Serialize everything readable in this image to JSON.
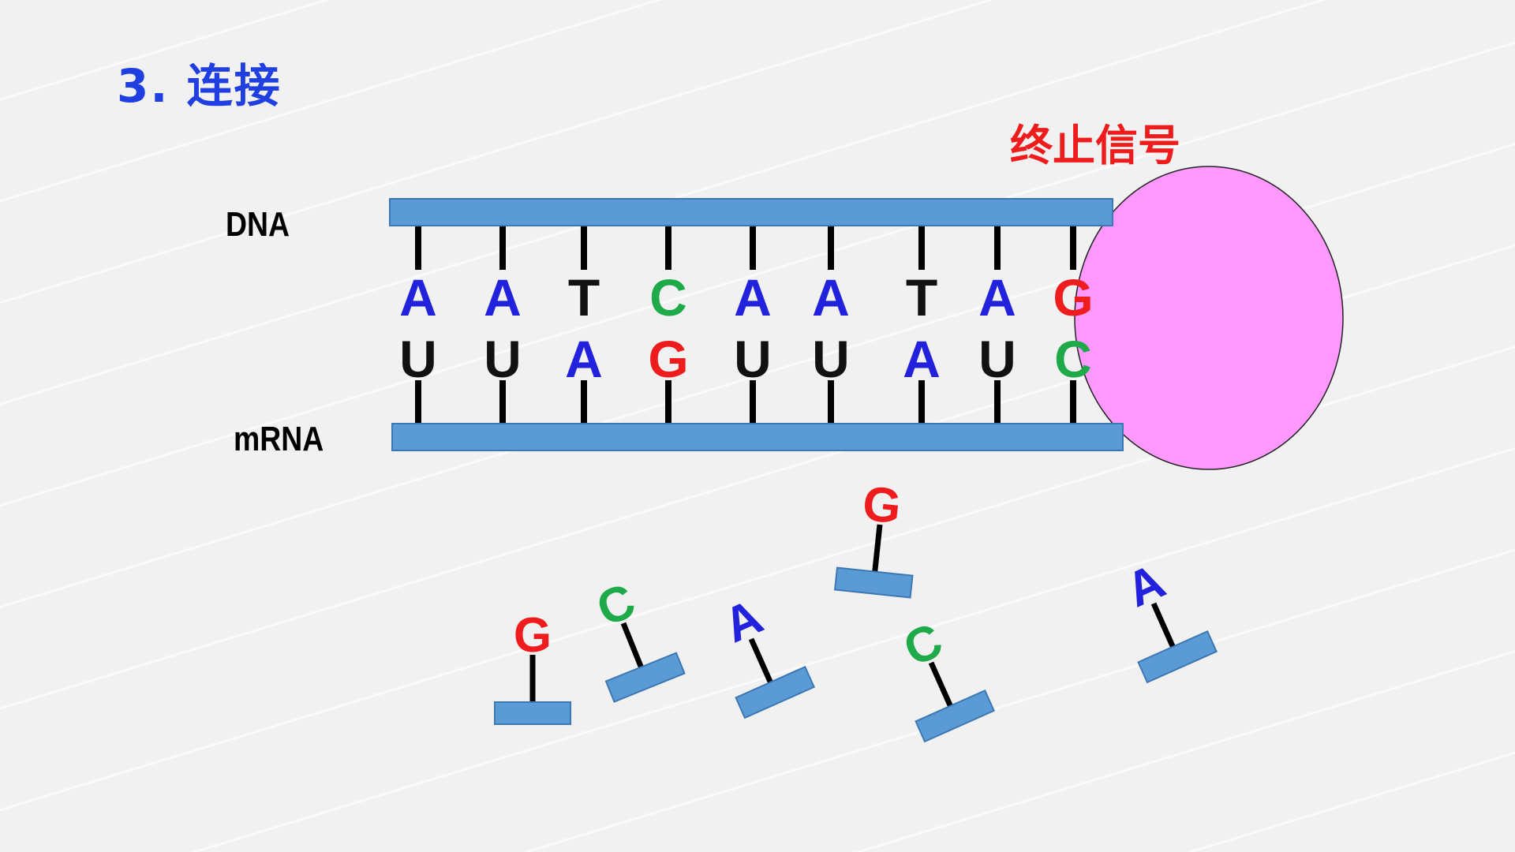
{
  "title": "3. 连接",
  "callout": "终止信号",
  "labels": {
    "dna": "DNA",
    "mrna": "mRNA"
  },
  "colors": {
    "A": "#2222dd",
    "U": "#111111",
    "T": "#111111",
    "C": "#1faa4a",
    "G": "#ee1c1c",
    "strand": "#5b9bd5",
    "strand_border": "#3c78b4",
    "terminator": "#ff99ff"
  },
  "dna_bases": [
    "A",
    "A",
    "T",
    "C",
    "A",
    "A",
    "T",
    "A",
    "G"
  ],
  "mrna_bases": [
    "U",
    "U",
    "A",
    "G",
    "U",
    "U",
    "A",
    "U",
    "C"
  ],
  "free_nucleotides": [
    "G",
    "C",
    "A",
    "G",
    "C",
    "A"
  ]
}
